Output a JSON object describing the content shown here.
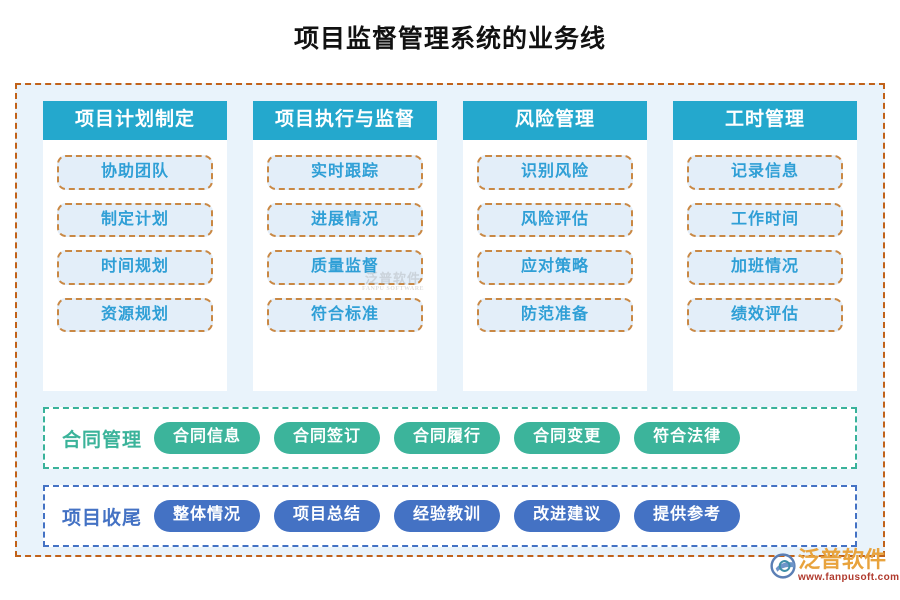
{
  "title": "项目监督管理系统的业务线",
  "colors": {
    "frame_border": "#c1621a",
    "frame_bg": "#e9f3fb",
    "column_header_bg": "#24a8cd",
    "item_border": "#c98844",
    "item_bg": "#e3eef9",
    "item_text": "#2f9fd6",
    "contract_accent": "#3cb49b",
    "closing_accent": "#4472c4",
    "logo_name": "#e8a33d",
    "logo_url": "#b03a2e"
  },
  "columns": [
    {
      "header": "项目计划制定",
      "items": [
        "协助团队",
        "制定计划",
        "时间规划",
        "资源规划"
      ]
    },
    {
      "header": "项目执行与监督",
      "items": [
        "实时跟踪",
        "进展情况",
        "质量监督",
        "符合标准"
      ]
    },
    {
      "header": "风险管理",
      "items": [
        "识别风险",
        "风险评估",
        "应对策略",
        "防范准备"
      ]
    },
    {
      "header": "工时管理",
      "items": [
        "记录信息",
        "工作时间",
        "加班情况",
        "绩效评估"
      ]
    }
  ],
  "contract_row": {
    "label": "合同管理",
    "items": [
      "合同信息",
      "合同签订",
      "合同履行",
      "合同变更",
      "符合法律"
    ]
  },
  "closing_row": {
    "label": "项目收尾",
    "items": [
      "整体情况",
      "项目总结",
      "经验教训",
      "改进建议",
      "提供参考"
    ]
  },
  "watermark": {
    "name": "泛普软件",
    "sub": "FANPU SOFTWARE"
  },
  "logo": {
    "name": "泛普软件",
    "url": "www.fanpusoft.com"
  }
}
